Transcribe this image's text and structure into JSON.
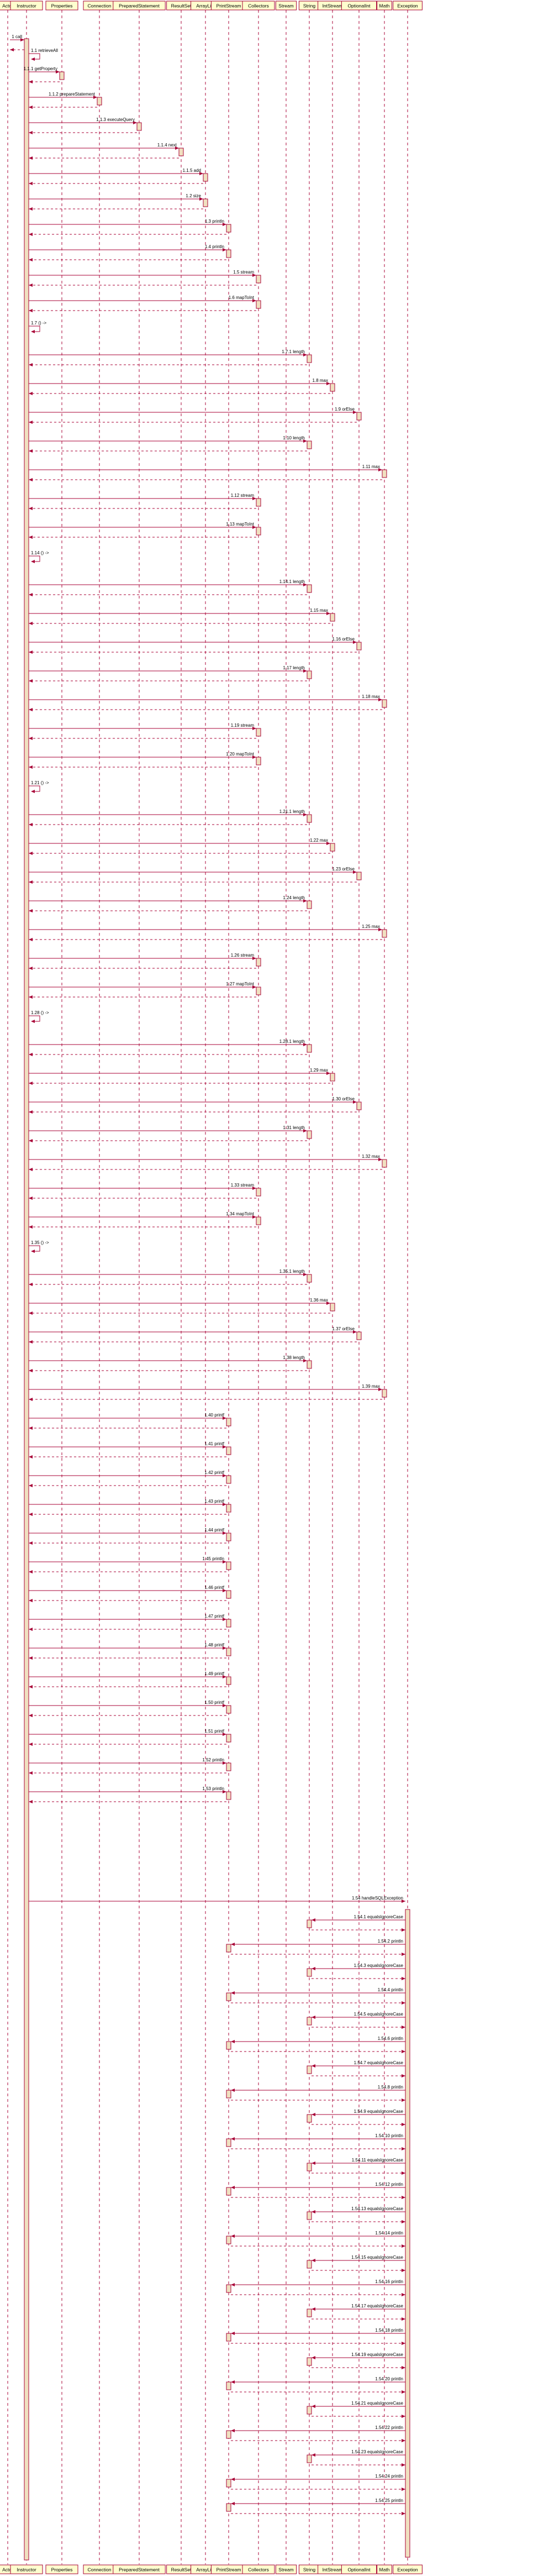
{
  "participants": [
    "Actor",
    "Instructor",
    "Properties",
    "Connection",
    "PreparedStatement",
    "ResultSet",
    "ArrayList",
    "PrintStream",
    "Collectors",
    "Stream",
    "String",
    "IntStream",
    "OptionalInt",
    "Math",
    "Exception"
  ],
  "colors": {
    "header_fill": "#fefece",
    "header_stroke": "#a80036",
    "lifeline": "#a80036",
    "activation_fill": "#f0e0c0",
    "arrow": "#a80036",
    "text": "#000000"
  },
  "messages": [
    {
      "from": 0,
      "to": 1,
      "label": "1 call"
    },
    {
      "from": 1,
      "to": 1,
      "label": "1.1 retrieveAll"
    },
    {
      "from": 1,
      "to": 2,
      "label": "1.1.1 getProperty"
    },
    {
      "from": 1,
      "to": 3,
      "label": "1.1.2 prepareStatement"
    },
    {
      "from": 1,
      "to": 4,
      "label": "1.1.3 executeQuery"
    },
    {
      "from": 1,
      "to": 5,
      "label": "1.1.4 next"
    },
    {
      "from": 1,
      "to": 6,
      "label": "1.1.5 add"
    },
    {
      "from": 1,
      "to": 6,
      "label": "1.2 size"
    },
    {
      "from": 1,
      "to": 7,
      "label": "1.3 println"
    },
    {
      "from": 1,
      "to": 7,
      "label": "1.4 println"
    },
    {
      "from": 1,
      "to": 8,
      "label": "1.5 stream"
    },
    {
      "from": 1,
      "to": 8,
      "label": "1.6 mapToInt"
    },
    {
      "from": 1,
      "to": 1,
      "label": "1.7 () ->"
    },
    {
      "from": 1,
      "to": 10,
      "label": "1.7.1 length"
    },
    {
      "from": 1,
      "to": 11,
      "label": "1.8 max"
    },
    {
      "from": 1,
      "to": 12,
      "label": "1.9 orElse"
    },
    {
      "from": 1,
      "to": 10,
      "label": "1.10 length"
    },
    {
      "from": 1,
      "to": 13,
      "label": "1.11 max"
    },
    {
      "from": 1,
      "to": 8,
      "label": "1.12 stream"
    },
    {
      "from": 1,
      "to": 8,
      "label": "1.13 mapToInt"
    },
    {
      "from": 1,
      "to": 1,
      "label": "1.14 () ->"
    },
    {
      "from": 1,
      "to": 10,
      "label": "1.14.1 length"
    },
    {
      "from": 1,
      "to": 11,
      "label": "1.15 max"
    },
    {
      "from": 1,
      "to": 12,
      "label": "1.16 orElse"
    },
    {
      "from": 1,
      "to": 10,
      "label": "1.17 length"
    },
    {
      "from": 1,
      "to": 13,
      "label": "1.18 max"
    },
    {
      "from": 1,
      "to": 8,
      "label": "1.19 stream"
    },
    {
      "from": 1,
      "to": 8,
      "label": "1.20 mapToInt"
    },
    {
      "from": 1,
      "to": 1,
      "label": "1.21 () ->"
    },
    {
      "from": 1,
      "to": 10,
      "label": "1.21.1 length"
    },
    {
      "from": 1,
      "to": 11,
      "label": "1.22 max"
    },
    {
      "from": 1,
      "to": 12,
      "label": "1.23 orElse"
    },
    {
      "from": 1,
      "to": 10,
      "label": "1.24 length"
    },
    {
      "from": 1,
      "to": 13,
      "label": "1.25 max"
    },
    {
      "from": 1,
      "to": 8,
      "label": "1.26 stream"
    },
    {
      "from": 1,
      "to": 8,
      "label": "1.27 mapToInt"
    },
    {
      "from": 1,
      "to": 1,
      "label": "1.28 () ->"
    },
    {
      "from": 1,
      "to": 10,
      "label": "1.28.1 length"
    },
    {
      "from": 1,
      "to": 11,
      "label": "1.29 max"
    },
    {
      "from": 1,
      "to": 12,
      "label": "1.30 orElse"
    },
    {
      "from": 1,
      "to": 10,
      "label": "1.31 length"
    },
    {
      "from": 1,
      "to": 13,
      "label": "1.32 max"
    },
    {
      "from": 1,
      "to": 8,
      "label": "1.33 stream"
    },
    {
      "from": 1,
      "to": 8,
      "label": "1.34 mapToInt"
    },
    {
      "from": 1,
      "to": 1,
      "label": "1.35 () ->"
    },
    {
      "from": 1,
      "to": 10,
      "label": "1.35.1 length"
    },
    {
      "from": 1,
      "to": 11,
      "label": "1.36 max"
    },
    {
      "from": 1,
      "to": 12,
      "label": "1.37 orElse"
    },
    {
      "from": 1,
      "to": 10,
      "label": "1.38 length"
    },
    {
      "from": 1,
      "to": 13,
      "label": "1.39 max"
    },
    {
      "from": 1,
      "to": 7,
      "label": "1.40 printf"
    },
    {
      "from": 1,
      "to": 7,
      "label": "1.41 printf"
    },
    {
      "from": 1,
      "to": 7,
      "label": "1.42 printf"
    },
    {
      "from": 1,
      "to": 7,
      "label": "1.43 printf"
    },
    {
      "from": 1,
      "to": 7,
      "label": "1.44 printf"
    },
    {
      "from": 1,
      "to": 7,
      "label": "1.45 println"
    },
    {
      "from": 1,
      "to": 7,
      "label": "1.46 printf"
    },
    {
      "from": 1,
      "to": 7,
      "label": "1.47 printf"
    },
    {
      "from": 1,
      "to": 7,
      "label": "1.48 printf"
    },
    {
      "from": 1,
      "to": 7,
      "label": "1.49 printf"
    },
    {
      "from": 1,
      "to": 7,
      "label": "1.50 printf"
    },
    {
      "from": 1,
      "to": 7,
      "label": "1.51 printf"
    },
    {
      "from": 1,
      "to": 7,
      "label": "1.52 println"
    },
    {
      "from": 1,
      "to": 7,
      "label": "1.53 println"
    },
    {
      "from": 1,
      "to": 14,
      "label": "1.54 handleSQLException"
    },
    {
      "from": 14,
      "to": 10,
      "label": "1.54.1 equalsIgnoreCase"
    },
    {
      "from": 14,
      "to": 7,
      "label": "1.54.2 println"
    },
    {
      "from": 14,
      "to": 10,
      "label": "1.54.3 equalsIgnoreCase"
    },
    {
      "from": 14,
      "to": 7,
      "label": "1.54.4 println"
    },
    {
      "from": 14,
      "to": 10,
      "label": "1.54.5 equalsIgnoreCase"
    },
    {
      "from": 14,
      "to": 7,
      "label": "1.54.6 println"
    },
    {
      "from": 14,
      "to": 10,
      "label": "1.54.7 equalsIgnoreCase"
    },
    {
      "from": 14,
      "to": 7,
      "label": "1.54.8 println"
    },
    {
      "from": 14,
      "to": 10,
      "label": "1.54.9 equalsIgnoreCase"
    },
    {
      "from": 14,
      "to": 7,
      "label": "1.54.10 println"
    },
    {
      "from": 14,
      "to": 10,
      "label": "1.54.11 equalsIgnoreCase"
    },
    {
      "from": 14,
      "to": 7,
      "label": "1.54.12 println"
    },
    {
      "from": 14,
      "to": 10,
      "label": "1.54.13 equalsIgnoreCase"
    },
    {
      "from": 14,
      "to": 7,
      "label": "1.54.14 println"
    },
    {
      "from": 14,
      "to": 10,
      "label": "1.54.15 equalsIgnoreCase"
    },
    {
      "from": 14,
      "to": 7,
      "label": "1.54.16 println"
    },
    {
      "from": 14,
      "to": 10,
      "label": "1.54.17 equalsIgnoreCase"
    },
    {
      "from": 14,
      "to": 7,
      "label": "1.54.18 println"
    },
    {
      "from": 14,
      "to": 10,
      "label": "1.54.19 equalsIgnoreCase"
    },
    {
      "from": 14,
      "to": 7,
      "label": "1.54.20 println"
    },
    {
      "from": 14,
      "to": 10,
      "label": "1.54.21 equalsIgnoreCase"
    },
    {
      "from": 14,
      "to": 7,
      "label": "1.54.22 println"
    },
    {
      "from": 14,
      "to": 10,
      "label": "1.54.23 equalsIgnoreCase"
    },
    {
      "from": 14,
      "to": 7,
      "label": "1.54.24 println"
    },
    {
      "from": 14,
      "to": 7,
      "label": "1.54.25 println"
    }
  ]
}
